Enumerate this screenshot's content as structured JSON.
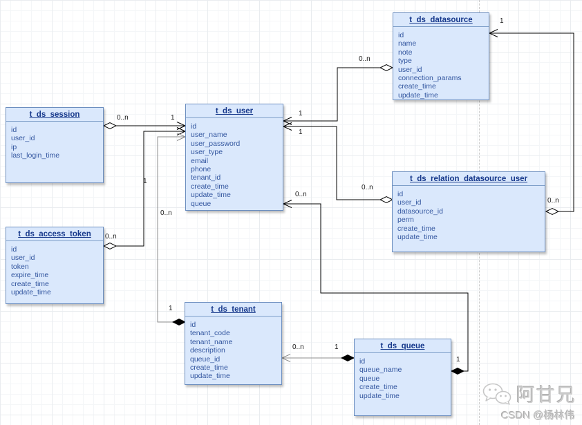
{
  "diagram": {
    "type": "entity-relationship",
    "subject": "DolphinScheduler user / datasource / tenant / queue schema"
  },
  "palette": {
    "entity_fill": "#dae8fc",
    "entity_border": "#6c8ebf",
    "title_color": "#16388b",
    "field_color": "#33569f",
    "wire_color": "#000000",
    "wire_gray": "#8c8c8c",
    "grid_color": "#f4f6f8"
  },
  "entities": [
    {
      "name": "t_ds_session",
      "fields": [
        "id",
        "user_id",
        "ip",
        "last_login_time"
      ]
    },
    {
      "name": "t_ds_user",
      "fields": [
        "id",
        "user_name",
        "user_password",
        "user_type",
        "email",
        "phone",
        "tenant_id",
        "create_time",
        "update_time",
        "queue"
      ]
    },
    {
      "name": "t_ds_datasource",
      "fields": [
        "id",
        "name",
        "note",
        "type",
        "user_id",
        "connection_params",
        "create_time",
        "update_time"
      ]
    },
    {
      "name": "t_ds_relation_datasource_user",
      "fields": [
        "id",
        "user_id",
        "datasource_id",
        "perm",
        "create_time",
        "update_time"
      ]
    },
    {
      "name": "t_ds_access_token",
      "fields": [
        "id",
        "user_id",
        "token",
        "expire_time",
        "create_time",
        "update_time"
      ]
    },
    {
      "name": "t_ds_tenant",
      "fields": [
        "id",
        "tenant_code",
        "tenant_name",
        "description",
        "queue_id",
        "create_time",
        "update_time"
      ]
    },
    {
      "name": "t_ds_queue",
      "fields": [
        "id",
        "queue_name",
        "queue",
        "create_time",
        "update_time"
      ]
    }
  ],
  "relationships": [
    {
      "from": "t_ds_session",
      "from_card": "0..n",
      "to": "t_ds_user",
      "to_card": "1"
    },
    {
      "from": "t_ds_access_token",
      "from_card": "0..n",
      "to": "t_ds_user",
      "to_card": "1"
    },
    {
      "from": "t_ds_tenant",
      "from_card": "1",
      "to": "t_ds_user",
      "to_card": "0..n"
    },
    {
      "from": "t_ds_datasource",
      "from_card": "0..n",
      "to": "t_ds_user",
      "to_card": "1"
    },
    {
      "from": "t_ds_relation_datasource_user",
      "from_card": "0..n",
      "to": "t_ds_user",
      "to_card": "1"
    },
    {
      "from": "t_ds_relation_datasource_user",
      "from_card": "0..n",
      "to": "t_ds_datasource",
      "to_card": "1"
    },
    {
      "from": "t_ds_queue",
      "from_card": "1",
      "to": "t_ds_user",
      "to_card": "0..n"
    },
    {
      "from": "t_ds_queue",
      "from_card": "1",
      "to": "t_ds_tenant",
      "to_card": "0..n"
    }
  ],
  "watermark": {
    "title": "阿甘兄",
    "subtitle": "CSDN @杨林伟"
  }
}
